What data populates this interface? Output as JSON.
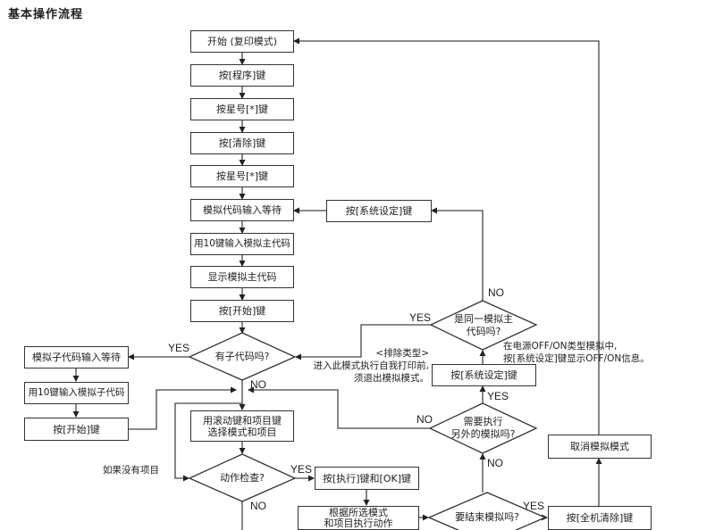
{
  "title": "基本操作流程",
  "nodes": {
    "start": "开始 (复印模式)",
    "press_program": "按[程序]键",
    "press_star_1": "按星号[*]键",
    "press_clear": "按[清除]键",
    "press_star_2": "按星号[*]键",
    "sim_code_wait": "模拟代码输入等待",
    "enter_main_code": "用10键输入模拟主代码",
    "show_main_code": "显示模拟主代码",
    "press_start_main": "按[开始]键",
    "has_sub_code": "有子代码吗?",
    "sub_code_wait": "模拟子代码输入等待",
    "enter_sub_code": "用10键输入模拟子代码",
    "press_start_sub": "按[开始]键",
    "select_mode_item": "用滚动键和项目键\n选择模式和项目",
    "action_check": "动作检查?",
    "press_exec_ok": "按[执行]键和[OK]键",
    "execute_action": "根据所选模式\n和项目执行动作",
    "end_sim": "要结束模拟吗?",
    "press_all_clear": "按[全机清除]键",
    "cancel_sim_mode": "取消模拟模式",
    "another_sim": "需要执行\n另外的模拟吗?",
    "press_sys_setting_lower": "按[系统设定]键",
    "same_main_code": "是同一模拟主\n代码吗?",
    "press_sys_setting_upper": "按[系统设定]键"
  },
  "labels": {
    "yes": "YES",
    "no": "NO"
  },
  "notes": {
    "no_item": "如果没有项目",
    "exclusion": "<排除类型>\n进入此模式执行自我打印前,\n须退出模拟模式。",
    "power_off_on": "在电源OFF/ON类型模拟中,\n按[系统设定]键显示OFF/ON信息。"
  }
}
